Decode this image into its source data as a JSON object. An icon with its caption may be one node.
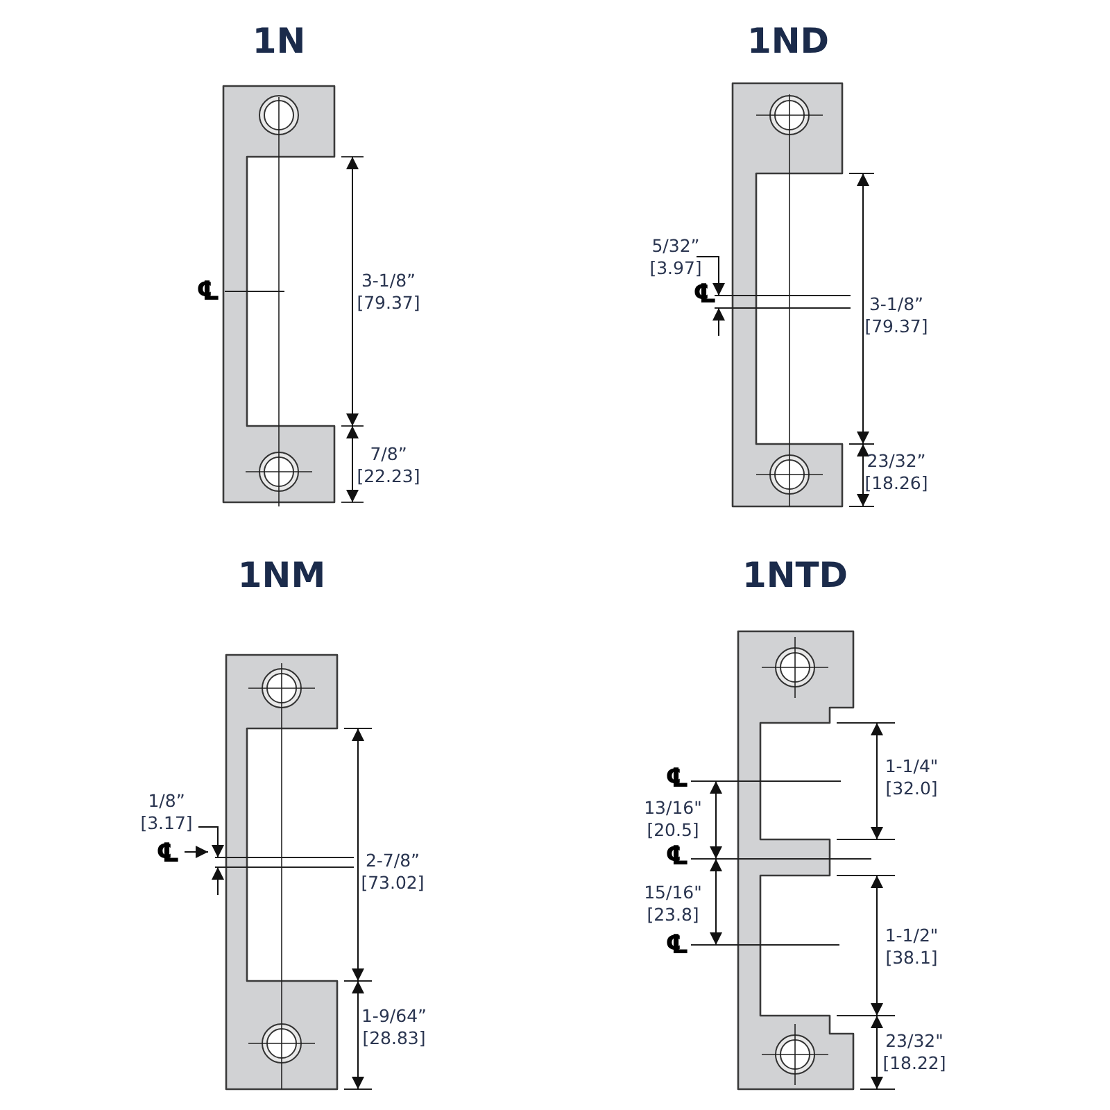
{
  "diagram": {
    "nodes": [
      {
        "text": [
          "1N"
        ]
      },
      {
        "text": [
          "1ND"
        ]
      },
      {
        "text": [
          "1NM"
        ]
      },
      {
        "text": [
          "1NTD"
        ]
      }
    ],
    "labels": [
      "℄",
      "3-1/8” [79.37]",
      "7/8” [22.23]",
      "5/32” [3.97]",
      "℄",
      "3-1/8” [79.37]",
      "23/32” [18.26]",
      "1/8” [3.17]",
      "℄",
      "2-7/8” [73.02]",
      "1-9/64” [28.83]",
      "℄",
      "1-1/4\" [32.0]",
      "13/16\" [20.5]",
      "℄",
      "15/16\" [23.8]",
      "℄",
      "1-1/2\" [38.1]",
      "23/32\" [18.22]"
    ]
  }
}
